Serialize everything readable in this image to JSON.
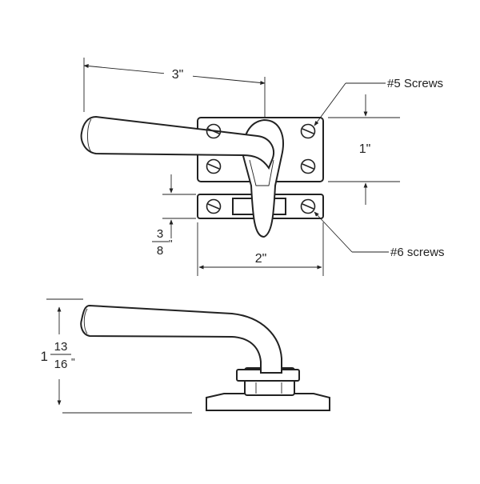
{
  "diagram": {
    "dimensions": {
      "handle_length": "3\"",
      "plate_height": "1\"",
      "strike_height_whole": "",
      "strike_height_num": "3",
      "strike_height_den": "8",
      "strike_height_unit": "\"",
      "plate_width": "2\"",
      "overall_height_whole": "1",
      "overall_height_num": "13",
      "overall_height_den": "16",
      "overall_height_unit": "\""
    },
    "callouts": {
      "plate_screws": "#5 Screws",
      "strike_screws": "#6 screws"
    }
  }
}
